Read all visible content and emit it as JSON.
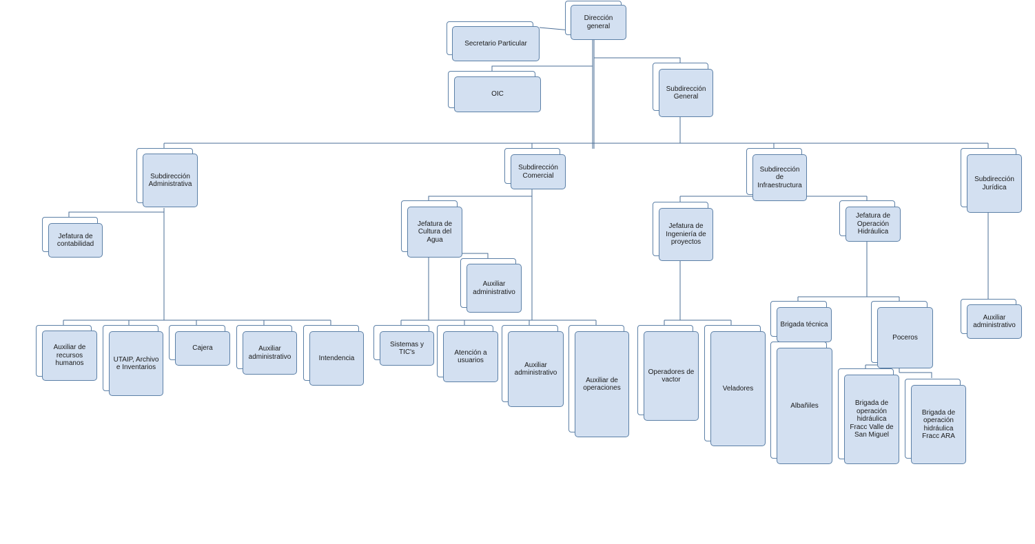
{
  "nodes": {
    "direccion_general": "Dirección general",
    "secretario_particular": "Secretario Particular",
    "oic": "OIC",
    "subdireccion_general": "Subdirección General",
    "sub_administrativa": "Subdirección Administrativa",
    "sub_comercial": "Subdirección Comercial",
    "sub_infraestructura": "Subdirección de Infraestructura",
    "sub_juridica": "Subdirección Jurídica",
    "jefatura_contabilidad": "Jefatura de contabilidad",
    "aux_rh": "Auxiliar de recursos humanos",
    "utaip": "UTAIP, Archivo e Inventarios",
    "cajera": "Cajera",
    "aux_admin_1": "Auxiliar administrativo",
    "intendencia": "Intendencia",
    "jefatura_cultura_agua": "Jefatura de Cultura del Agua",
    "aux_admin_cultura": "Auxiliar administrativo",
    "sistemas_tics": "Sistemas y TIC's",
    "atencion_usuarios": "Atención a usuarios",
    "aux_admin_comercial": "Auxiliar administrativo",
    "aux_operaciones": "Auxiliar de operaciones",
    "jefatura_ing_proyectos": "Jefatura de Ingeniería de proyectos",
    "operadores_vactor": "Operadores de vactor",
    "veladores": "Veladores",
    "jefatura_op_hidraulica": "Jefatura de Operación Hidráulica",
    "brigada_tecnica": "Brigada técnica",
    "albaniles": "Albañiles",
    "poceros": "Poceros",
    "brigada_valle": "Brigada de operación hidráulica Fracc Valle de San Miguel",
    "brigada_ara": "Brigada de operación hidráulica Fracc ARA",
    "aux_admin_juridica": "Auxiliar administrativo"
  },
  "colors": {
    "box_fill": "#d3e0f1",
    "box_border": "#5b7fa6",
    "connector": "#4a6d96",
    "text": "#1a1a1a"
  }
}
